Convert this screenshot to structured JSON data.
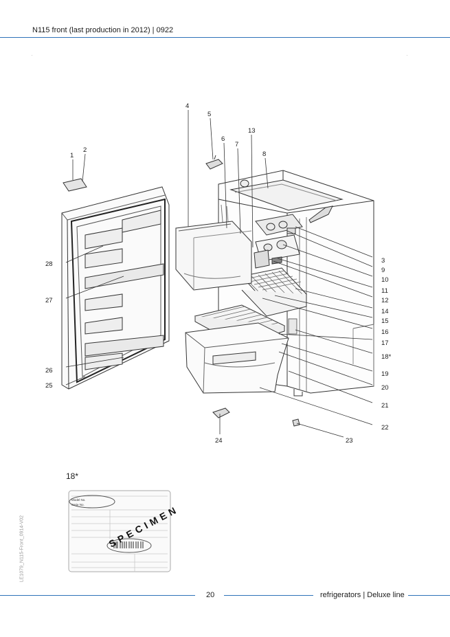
{
  "header": {
    "title": "N115 front (last production in 2012) | 0922"
  },
  "callouts": {
    "c1": "1",
    "c2": "2",
    "c3": "3",
    "c4": "4",
    "c5": "5",
    "c6": "6",
    "c7": "7",
    "c8": "8",
    "c9": "9",
    "c10": "10",
    "c11": "11",
    "c12": "12",
    "c13": "13",
    "c14": "14",
    "c15": "15",
    "c16": "16",
    "c17": "17",
    "c18": "18*",
    "c19": "19",
    "c20": "20",
    "c21": "21",
    "c22": "22",
    "c23": "23",
    "c24": "24",
    "c25": "25",
    "c26": "26",
    "c27": "27",
    "c28": "28"
  },
  "specimen": {
    "label": "18*",
    "stamp": "SPECIMEN",
    "model_label": "Model No.",
    "serial_label": "Serie No."
  },
  "side_code": "LE1079_N115-Front_0914-V02",
  "footer": {
    "page": "20",
    "section": "refrigerators | Deluxe line"
  }
}
